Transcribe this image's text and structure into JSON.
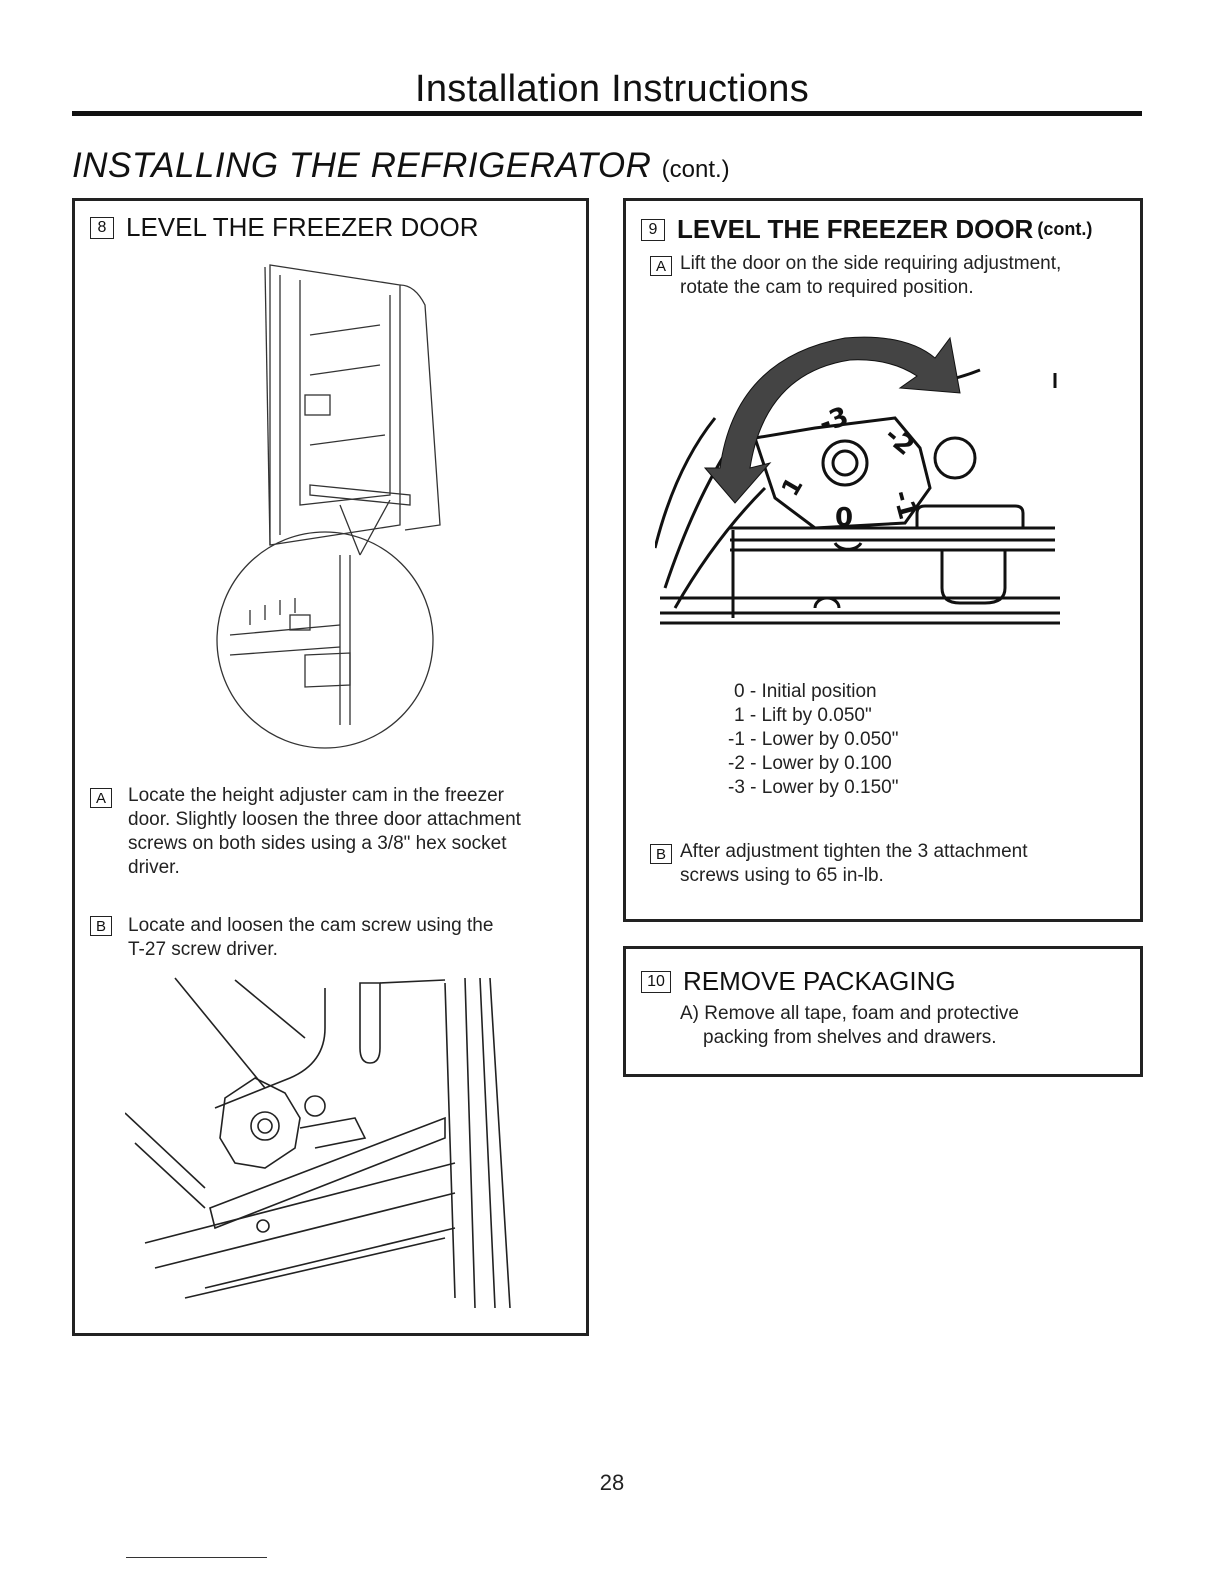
{
  "header": {
    "title": "Installation Instructions"
  },
  "section": {
    "title": "INSTALLING THE REFRIGERATOR",
    "suffix": "(cont.)"
  },
  "step8": {
    "number": "8",
    "title": "LEVEL THE FREEZER DOOR",
    "a": {
      "tag": "A",
      "text_lines": [
        "Locate the height adjuster cam in the freezer",
        "door. Slightly loosen the three door attachment",
        "screws on both sides using a 3/8\" hex socket",
        "driver."
      ]
    },
    "b": {
      "tag": "B",
      "text_lines": [
        "Locate and loosen the cam screw using the",
        "T-27 screw driver."
      ]
    }
  },
  "step9": {
    "number": "9",
    "title": "LEVEL THE FREEZER DOOR",
    "title_suffix": "(cont.)",
    "a": {
      "tag": "A",
      "text_lines": [
        "Lift the door on the side requiring adjustment,",
        "rotate the cam to required position."
      ]
    },
    "cam_labels": [
      "-3",
      "-2",
      "-1",
      "1",
      "0"
    ],
    "positions": [
      "0 - Initial position",
      "1 - Lift by 0.050\"",
      "-1 - Lower by 0.050\"",
      "-2 - Lower by 0.100",
      "-3 - Lower by 0.150\""
    ],
    "b": {
      "tag": "B",
      "text_lines": [
        "After adjustment tighten the 3 attachment",
        "screws using to 65 in-lb."
      ]
    }
  },
  "step10": {
    "number": "10",
    "title": "REMOVE PACKAGING",
    "text_lines": [
      "A) Remove all tape, foam and protective",
      "packing from shelves and drawers."
    ]
  },
  "footer": {
    "page_number": "28"
  }
}
